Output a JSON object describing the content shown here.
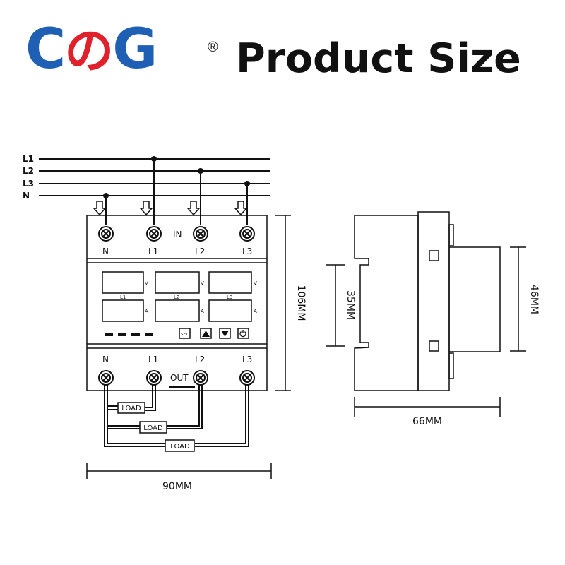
{
  "brand": {
    "c1": "C",
    "c2": "の",
    "c3": "G",
    "reg": "®"
  },
  "title": "Product Size",
  "bus": {
    "l1": "L1",
    "l2": "L2",
    "l3": "L3",
    "n": "N"
  },
  "top_terminals": {
    "n": "N",
    "l1": "L1",
    "l2": "L2",
    "l3": "L3",
    "in": "IN"
  },
  "display": {
    "v": "V",
    "a": "A",
    "l1": "L1",
    "l2": "L2",
    "l3": "L3"
  },
  "buttons": {
    "set": "SET"
  },
  "bottom_terminals": {
    "n": "N",
    "l1": "L1",
    "l2": "L2",
    "l3": "L3",
    "out": "OUT"
  },
  "loads": {
    "load1": "LOAD",
    "load2": "LOAD",
    "load3": "LOAD"
  },
  "dimensions": {
    "width": "90MM",
    "height": "106MM",
    "depth": "66MM",
    "rail": "35MM",
    "front": "46MM"
  }
}
